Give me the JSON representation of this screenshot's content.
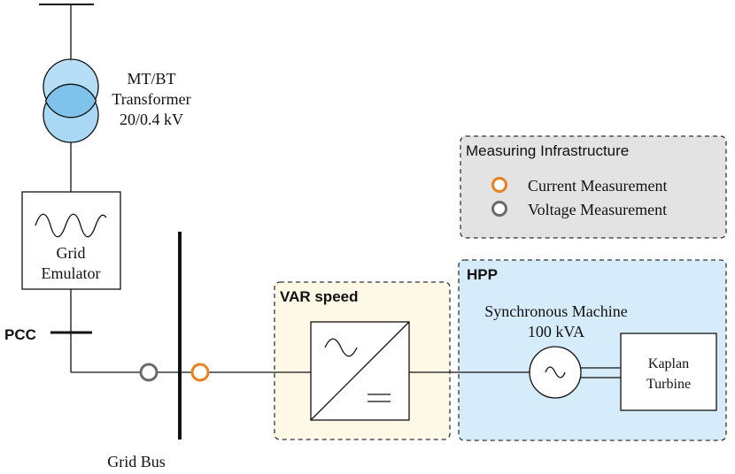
{
  "transformer": {
    "label_line1": "MT/BT",
    "label_line2": "Transformer",
    "label_line3": "20/0.4 kV",
    "fill_color": "#a9d8f5"
  },
  "grid_emulator": {
    "label_line1": "Grid",
    "label_line2": "Emulator"
  },
  "pcc": {
    "label": "PCC"
  },
  "grid_bus": {
    "label": "Grid Bus"
  },
  "measuring": {
    "title": "Measuring Infrastructure",
    "current_label": "Current Measurement",
    "voltage_label": "Voltage Measurement",
    "current_color": "#e8821e",
    "voltage_color": "#6a6a6a",
    "box_color": "#e3e3e3"
  },
  "var_speed": {
    "title": "VAR speed",
    "box_color": "#fdf9e6"
  },
  "hpp": {
    "title": "HPP",
    "machine_line1": "Synchronous Machine",
    "machine_line2": "100 kVA",
    "turbine_line1": "Kaplan",
    "turbine_line2": "Turbine",
    "box_color": "#d6ecfa"
  }
}
